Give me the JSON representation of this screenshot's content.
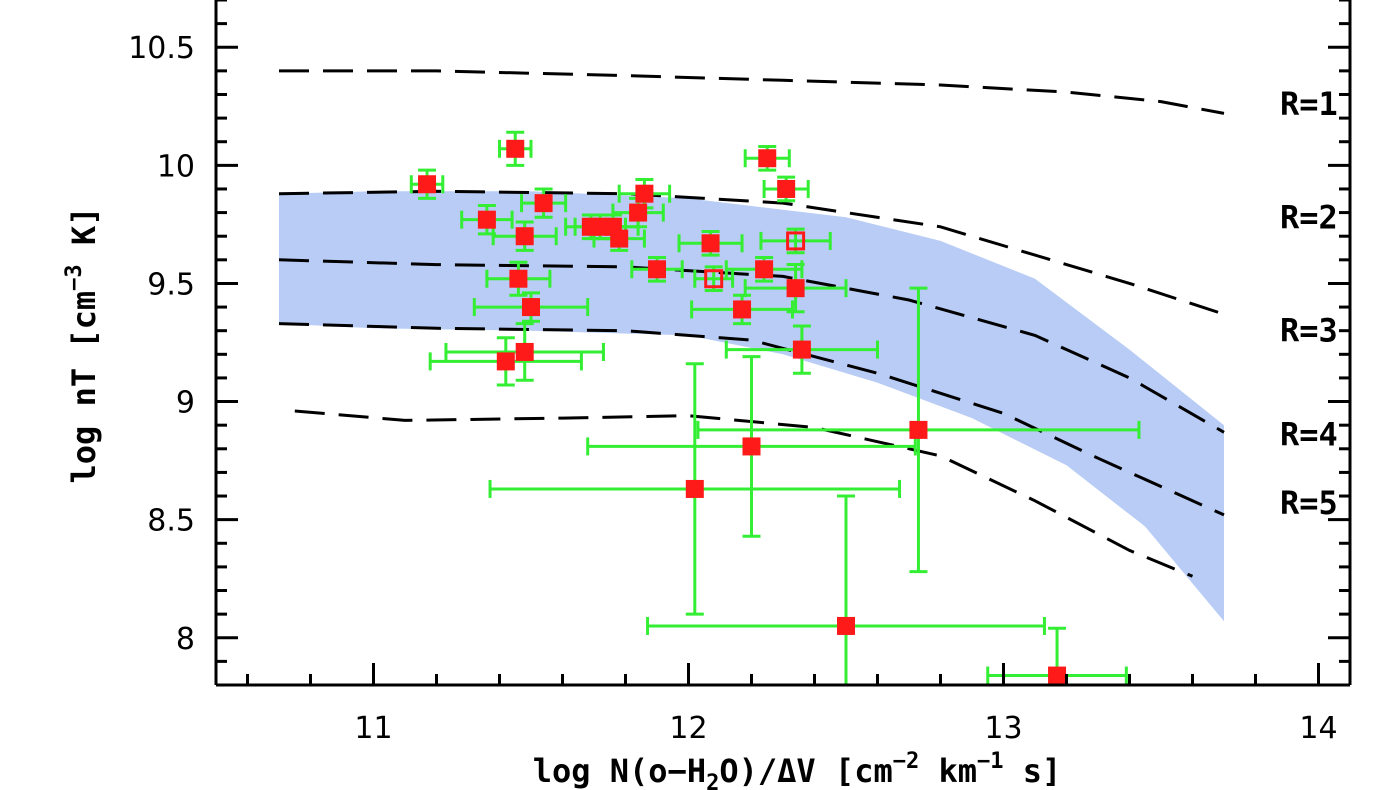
{
  "chart_data": {
    "type": "scatter",
    "title": "",
    "xlabel": {
      "prefix": "log N(o−H",
      "sub": "2",
      "mid": "O)/ΔV [cm",
      "sup1": "−2",
      "mid2": " km",
      "sup2": "−1",
      "suffix": " s]"
    },
    "ylabel": {
      "prefix": "log nT [cm",
      "sup": "−3",
      "suffix": " K]"
    },
    "xlim": [
      10.5,
      14.1
    ],
    "ylim": [
      7.8,
      10.7
    ],
    "x_ticks": [
      11,
      12,
      13,
      14
    ],
    "x_tick_labels": [
      "11",
      "12",
      "13",
      "14"
    ],
    "y_ticks": [
      8,
      8.5,
      9,
      9.5,
      10,
      10.5
    ],
    "y_tick_labels": [
      "8",
      "8.5",
      "9",
      "9.5",
      "10",
      "10.5"
    ],
    "band": {
      "color": "#b8ccf5",
      "upper": [
        [
          10.7,
          9.88
        ],
        [
          11.0,
          9.89
        ],
        [
          11.5,
          9.89
        ],
        [
          12.0,
          9.86
        ],
        [
          12.5,
          9.78
        ],
        [
          12.8,
          9.68
        ],
        [
          13.1,
          9.52
        ],
        [
          13.4,
          9.22
        ],
        [
          13.7,
          8.9
        ]
      ],
      "lower": [
        [
          10.7,
          9.33
        ],
        [
          11.0,
          9.31
        ],
        [
          11.5,
          9.3
        ],
        [
          12.0,
          9.28
        ],
        [
          12.3,
          9.2
        ],
        [
          12.6,
          9.08
        ],
        [
          12.9,
          8.93
        ],
        [
          13.2,
          8.73
        ],
        [
          13.45,
          8.47
        ],
        [
          13.7,
          8.07
        ]
      ]
    },
    "curves": [
      {
        "label": "R=1",
        "points": [
          [
            10.7,
            10.4
          ],
          [
            11.2,
            10.4
          ],
          [
            11.8,
            10.38
          ],
          [
            12.3,
            10.36
          ],
          [
            12.8,
            10.34
          ],
          [
            13.2,
            10.31
          ],
          [
            13.5,
            10.27
          ],
          [
            13.7,
            10.22
          ]
        ]
      },
      {
        "label": "R=2",
        "points": [
          [
            10.7,
            9.88
          ],
          [
            11.2,
            9.89
          ],
          [
            11.8,
            9.88
          ],
          [
            12.3,
            9.84
          ],
          [
            12.8,
            9.74
          ],
          [
            13.1,
            9.62
          ],
          [
            13.4,
            9.5
          ],
          [
            13.7,
            9.37
          ]
        ]
      },
      {
        "label": "R=3",
        "points": [
          [
            10.7,
            9.6
          ],
          [
            11.2,
            9.58
          ],
          [
            11.8,
            9.57
          ],
          [
            12.3,
            9.53
          ],
          [
            12.7,
            9.43
          ],
          [
            13.1,
            9.28
          ],
          [
            13.4,
            9.1
          ],
          [
            13.7,
            8.87
          ]
        ]
      },
      {
        "label": "R=4",
        "points": [
          [
            10.7,
            9.33
          ],
          [
            11.2,
            9.31
          ],
          [
            11.8,
            9.3
          ],
          [
            12.2,
            9.26
          ],
          [
            12.6,
            9.12
          ],
          [
            13.0,
            8.95
          ],
          [
            13.3,
            8.76
          ],
          [
            13.7,
            8.52
          ]
        ]
      },
      {
        "label": "R=5",
        "points": [
          [
            10.75,
            8.96
          ],
          [
            11.1,
            8.92
          ],
          [
            11.6,
            8.93
          ],
          [
            12.0,
            8.94
          ],
          [
            12.4,
            8.89
          ],
          [
            12.8,
            8.77
          ],
          [
            13.1,
            8.58
          ],
          [
            13.4,
            8.37
          ],
          [
            13.6,
            8.26
          ]
        ]
      }
    ],
    "points_filled": [
      {
        "x": 11.17,
        "y": 9.92,
        "xerr": 0.05,
        "yerr": 0.06
      },
      {
        "x": 11.45,
        "y": 10.07,
        "xerr": 0.05,
        "yerr": 0.07
      },
      {
        "x": 11.36,
        "y": 9.77,
        "xerr": 0.08,
        "yerr": 0.06
      },
      {
        "x": 11.48,
        "y": 9.7,
        "xerr": 0.1,
        "yerr": 0.06
      },
      {
        "x": 11.54,
        "y": 9.84,
        "xerr": 0.07,
        "yerr": 0.06
      },
      {
        "x": 11.46,
        "y": 9.52,
        "xerr": 0.1,
        "yerr": 0.07
      },
      {
        "x": 11.5,
        "y": 9.4,
        "xerr": 0.18,
        "yerr": 0.06
      },
      {
        "x": 11.48,
        "y": 9.21,
        "xerr": 0.25,
        "yerr": 0.12
      },
      {
        "x": 11.42,
        "y": 9.17,
        "xerr": 0.24,
        "yerr": 0.1
      },
      {
        "x": 11.69,
        "y": 9.74,
        "xerr": 0.08,
        "yerr": 0.05
      },
      {
        "x": 11.72,
        "y": 9.74,
        "xerr": 0.08,
        "yerr": 0.05
      },
      {
        "x": 11.76,
        "y": 9.74,
        "xerr": 0.08,
        "yerr": 0.05
      },
      {
        "x": 11.78,
        "y": 9.69,
        "xerr": 0.08,
        "yerr": 0.05
      },
      {
        "x": 11.84,
        "y": 9.8,
        "xerr": 0.08,
        "yerr": 0.06
      },
      {
        "x": 11.86,
        "y": 9.88,
        "xerr": 0.08,
        "yerr": 0.06
      },
      {
        "x": 11.9,
        "y": 9.56,
        "xerr": 0.08,
        "yerr": 0.05
      },
      {
        "x": 12.07,
        "y": 9.67,
        "xerr": 0.1,
        "yerr": 0.05
      },
      {
        "x": 12.17,
        "y": 9.39,
        "xerr": 0.16,
        "yerr": 0.06
      },
      {
        "x": 12.25,
        "y": 10.03,
        "xerr": 0.07,
        "yerr": 0.05
      },
      {
        "x": 12.31,
        "y": 9.9,
        "xerr": 0.07,
        "yerr": 0.05
      },
      {
        "x": 12.24,
        "y": 9.56,
        "xerr": 0.12,
        "yerr": 0.05
      },
      {
        "x": 12.34,
        "y": 9.48,
        "xerr": 0.16,
        "yerr": 0.1
      },
      {
        "x": 12.36,
        "y": 9.22,
        "xerr": 0.24,
        "yerr": 0.1
      },
      {
        "x": 12.73,
        "y": 8.88,
        "xerr": 0.7,
        "yerr": 0.6
      },
      {
        "x": 12.2,
        "y": 8.81,
        "xerr": 0.52,
        "yerr": 0.38
      },
      {
        "x": 12.02,
        "y": 8.63,
        "xerr": 0.65,
        "yerr": 0.53
      },
      {
        "x": 12.5,
        "y": 8.05,
        "xerr": 0.63,
        "yerr": 0.55
      },
      {
        "x": 13.17,
        "y": 7.84,
        "xerr": 0.22,
        "yerr": 0.2
      }
    ],
    "points_open": [
      {
        "x": 12.08,
        "y": 9.52,
        "xerr": 0.06,
        "yerr": 0.05
      },
      {
        "x": 12.34,
        "y": 9.68,
        "xerr": 0.11,
        "yerr": 0.05
      }
    ],
    "colors": {
      "marker": "#ff1a1a",
      "errorbar": "#33ee33",
      "band": "#b8ccf5",
      "curve": "#000000"
    }
  }
}
